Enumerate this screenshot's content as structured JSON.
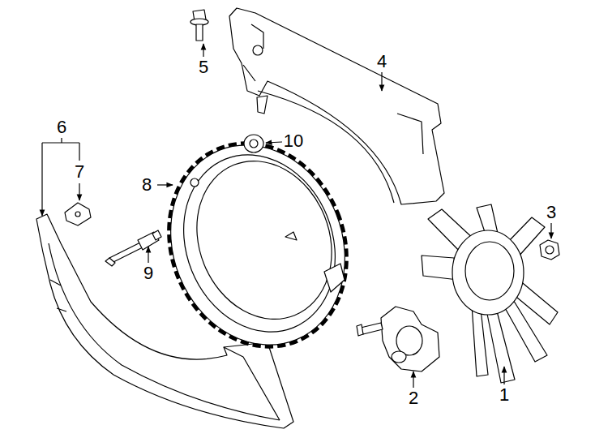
{
  "diagram": {
    "labels": [
      "5",
      "4",
      "6",
      "10",
      "7",
      "8",
      "3",
      "9",
      "2",
      "1"
    ]
  }
}
